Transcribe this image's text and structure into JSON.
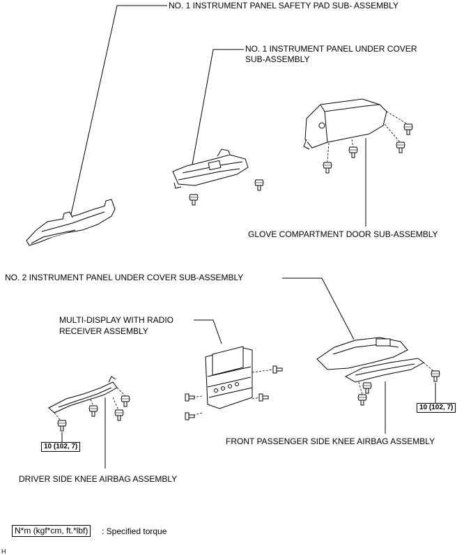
{
  "labels": {
    "safety_pad": "NO. 1 INSTRUMENT PANEL SAFETY PAD SUB- ASSEMBLY",
    "under_cover_1_line1": "NO. 1 INSTRUMENT PANEL UNDER COVER",
    "under_cover_1_line2": "SUB-ASSEMBLY",
    "glove_door": "GLOVE COMPARTMENT DOOR SUB-ASSEMBLY",
    "under_cover_2": "NO. 2 INSTRUMENT PANEL UNDER COVER SUB-ASSEMBLY",
    "multi_display_line1": "MULTI-DISPLAY WITH RADIO",
    "multi_display_line2": "RECEIVER ASSEMBLY",
    "passenger_knee": "FRONT PASSENGER SIDE KNEE AIRBAG ASSEMBLY",
    "driver_knee": "DRIVER SIDE KNEE AIRBAG ASSEMBLY"
  },
  "torque": {
    "driver": "10 (102, 7)",
    "passenger": "10 (102, 7)"
  },
  "legend": {
    "unit": "N*m (kgf*cm, ft.*lbf)",
    "desc": ": Specified torque"
  },
  "corner_mark": "H"
}
